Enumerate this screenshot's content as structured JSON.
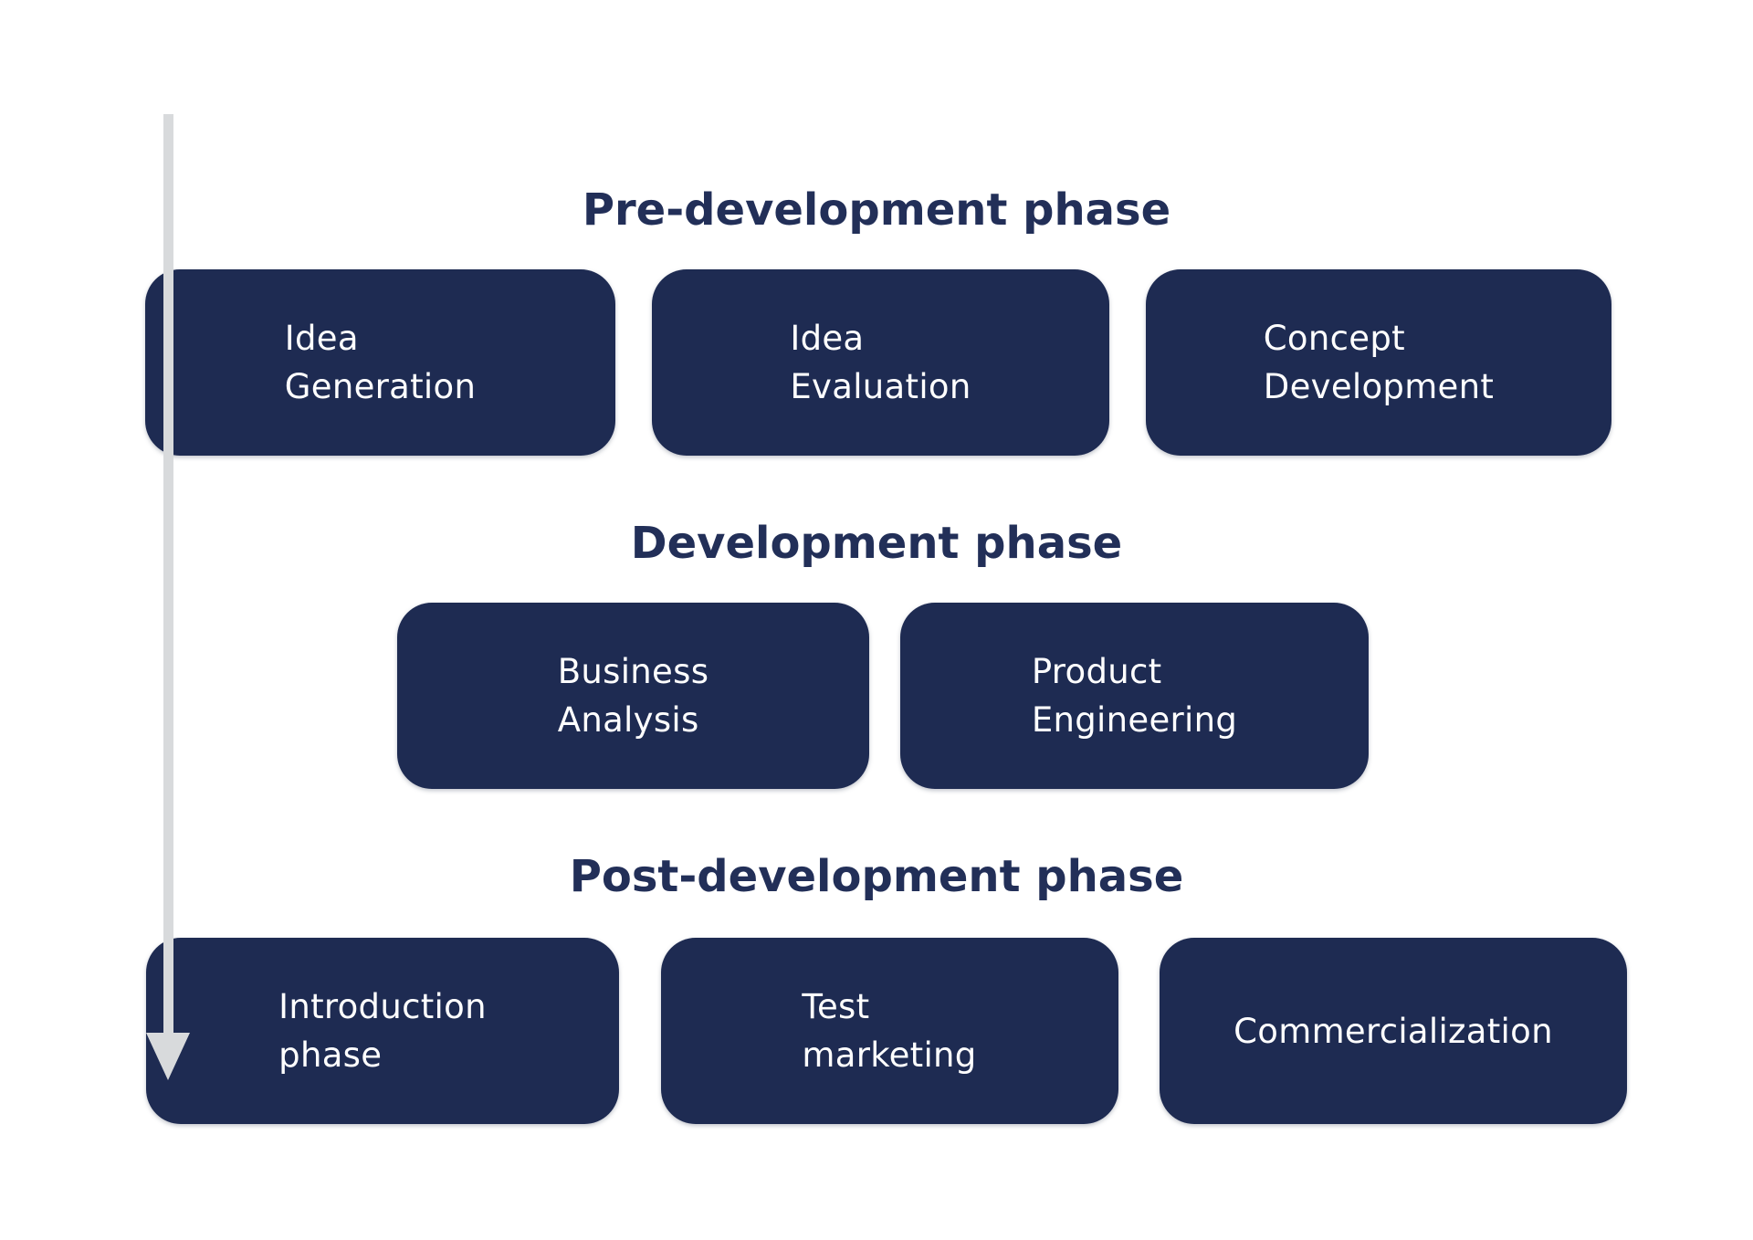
{
  "colors": {
    "background": "#ffffff",
    "box": "#1e2b52",
    "title": "#222f58",
    "label": "#ffffff",
    "arrow": "#d8dadc"
  },
  "icons": {
    "timeline_arrow": "arrow-down"
  },
  "phases": [
    {
      "title": "Pre-development phase",
      "boxes": [
        {
          "label": "Idea\nGeneration"
        },
        {
          "label": "Idea\nEvaluation"
        },
        {
          "label": "Concept\nDevelopment"
        }
      ]
    },
    {
      "title": "Development phase",
      "boxes": [
        {
          "label": "Business\nAnalysis"
        },
        {
          "label": "Product\nEngineering"
        }
      ]
    },
    {
      "title": "Post-development phase",
      "boxes": [
        {
          "label": "Introduction\nphase"
        },
        {
          "label": "Test\nmarketing"
        },
        {
          "label": "Commercialization"
        }
      ]
    }
  ]
}
